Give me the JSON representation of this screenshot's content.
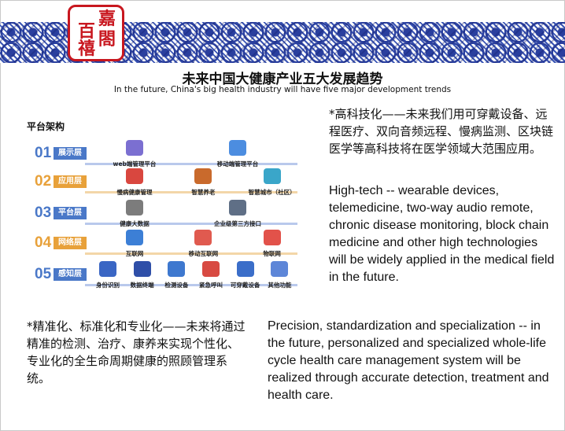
{
  "header": {
    "logo_chars": [
      "嘉",
      "百",
      "禧",
      "閤"
    ],
    "title_cn": "未来中国大健康产业五大发展趋势",
    "title_en": "In the future, China's big health industry will have five major development trends"
  },
  "architecture": {
    "title": "平台架构",
    "layers": [
      {
        "num": "01",
        "name": "展示层",
        "color": "#4a78c8",
        "bar": "#b9c9ec",
        "items": [
          {
            "label": "web端管理平台",
            "icon": "network-hub-icon",
            "color": "#7b6fd1"
          },
          {
            "label": "移动端管理平台",
            "icon": "mobile-network-icon",
            "color": "#4c8de0"
          }
        ]
      },
      {
        "num": "02",
        "name": "应用层",
        "color": "#e8a13a",
        "bar": "#f3d6a8",
        "items": [
          {
            "label": "慢病健康管理",
            "icon": "medical-kit-icon",
            "color": "#d9473f"
          },
          {
            "label": "智慧养老",
            "icon": "elderly-care-icon",
            "color": "#c96a2c"
          },
          {
            "label": "智慧城市（社区）",
            "icon": "smart-city-icon",
            "color": "#3aa6c9"
          }
        ]
      },
      {
        "num": "03",
        "name": "平台层",
        "color": "#4a78c8",
        "bar": "#b9c9ec",
        "items": [
          {
            "label": "健康大数据",
            "icon": "gears-icon",
            "color": "#7c7c7c"
          },
          {
            "label": "企业级第三方接口",
            "icon": "server-icon",
            "color": "#5f6f86"
          }
        ]
      },
      {
        "num": "04",
        "name": "网络层",
        "color": "#e8a13a",
        "bar": "#f3d6a8",
        "items": [
          {
            "label": "互联网",
            "icon": "browser-globe-icon",
            "color": "#3c7fd6"
          },
          {
            "label": "移动互联网",
            "icon": "mobile-link-icon",
            "color": "#e05a4f"
          },
          {
            "label": "物联网",
            "icon": "cloud-iot-icon",
            "color": "#e2524a"
          }
        ]
      },
      {
        "num": "05",
        "name": "感知层",
        "color": "#4a78c8",
        "bar": "#b9c9ec",
        "items": [
          {
            "label": "身份识别",
            "icon": "id-card-icon",
            "color": "#3a66c4"
          },
          {
            "label": "数据终端",
            "icon": "uhd-terminal-icon",
            "color": "#2f4fa8"
          },
          {
            "label": "检测设备",
            "icon": "phone-monitor-icon",
            "color": "#3e78cf"
          },
          {
            "label": "紧急呼叫",
            "icon": "emergency-call-icon",
            "color": "#d84a42"
          },
          {
            "label": "可穿戴设备",
            "icon": "smartwatch-icon",
            "color": "#3b6ec9"
          },
          {
            "label": "其他功能",
            "icon": "more-functions-icon",
            "color": "#5d86d8"
          }
        ]
      }
    ]
  },
  "sections": {
    "hightech_cn": "*高科技化——未来我们用可穿戴设备、远程医疗、双向音频远程、慢病监测、区块链医学等高科技将在医学领域大范围应用。",
    "hightech_en": "High-tech -- wearable devices, telemedicine, two-way audio remote, chronic disease monitoring, block chain medicine and other high technologies will be widely applied in the medical field in the future.",
    "precision_cn": "*精准化、标准化和专业化——未来将通过精准的检测、治疗、康养来实现个性化、专业化的全生命周期健康的照顾管理系统。",
    "precision_en": "Precision, standardization and specialization -- in the future, personalized and specialized whole-life cycle health care management system will be realized through accurate detection, treatment and health care."
  }
}
